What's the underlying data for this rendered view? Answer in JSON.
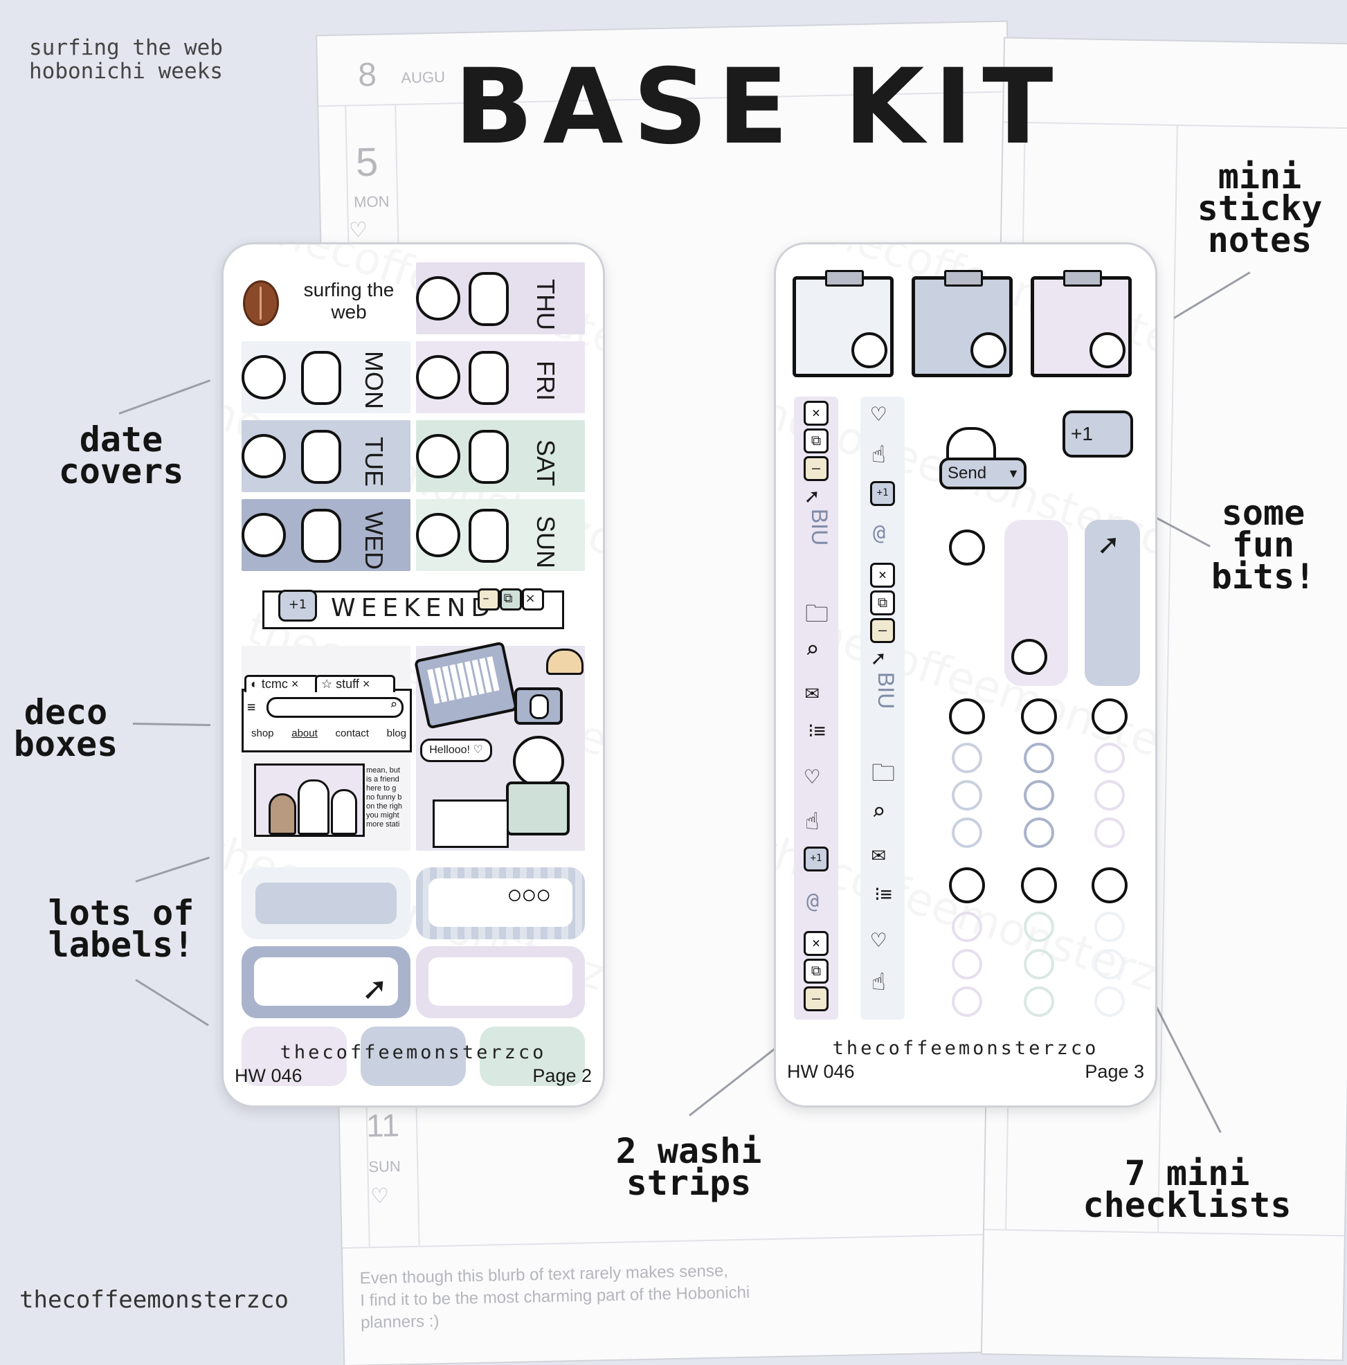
{
  "title": "BASE KIT",
  "kit": {
    "line1": "surfing the web",
    "line2": "hobonichi weeks"
  },
  "brand": "thecoffeemonsterzco",
  "planner": {
    "num_top": "8",
    "month_partial": "AUGU",
    "num_5": "5",
    "day_mon": "MON",
    "num_11": "11",
    "day_sun": "SUN",
    "blurb_lines": [
      "Even though this blurb of text rarely makes sense,",
      "I find it to be the most charming part of the Hobonichi",
      "planners :)"
    ]
  },
  "annotations": {
    "date_covers": "date\ncovers",
    "deco_boxes": "deco\nboxes",
    "labels": "lots of\nlabels!",
    "washi": "2 washi\nstrips",
    "sticky": "mini\nsticky\nnotes",
    "fun_bits": "some\nfun\nbits!",
    "checklists": "7 mini\nchecklists"
  },
  "sheet_left": {
    "header": "surfing the web",
    "days": [
      "MON",
      "TUE",
      "WED",
      "THU",
      "FRI",
      "SAT",
      "SUN"
    ],
    "weekend": "WEEKEND",
    "browser_tabs": [
      "tcmc",
      "stuff"
    ],
    "nav_links": [
      "shop",
      "about",
      "contact",
      "blog"
    ],
    "article_lines": [
      "mean, but",
      "is a friend",
      "here to g",
      "no funny b",
      "on the righ",
      "you might",
      "more stati"
    ],
    "chat": "Hellooo! ♡",
    "code": "HW 046",
    "page": "Page 2"
  },
  "sheet_right": {
    "send": "Send",
    "plus_one": "+1",
    "code": "HW 046",
    "page": "Page 3"
  },
  "colors": {
    "lavender": "#e6dfee",
    "blue_gray": "#c9d0df",
    "slate": "#a9b3cb",
    "mint": "#d9e9e2",
    "pale": "#eef1f6"
  }
}
